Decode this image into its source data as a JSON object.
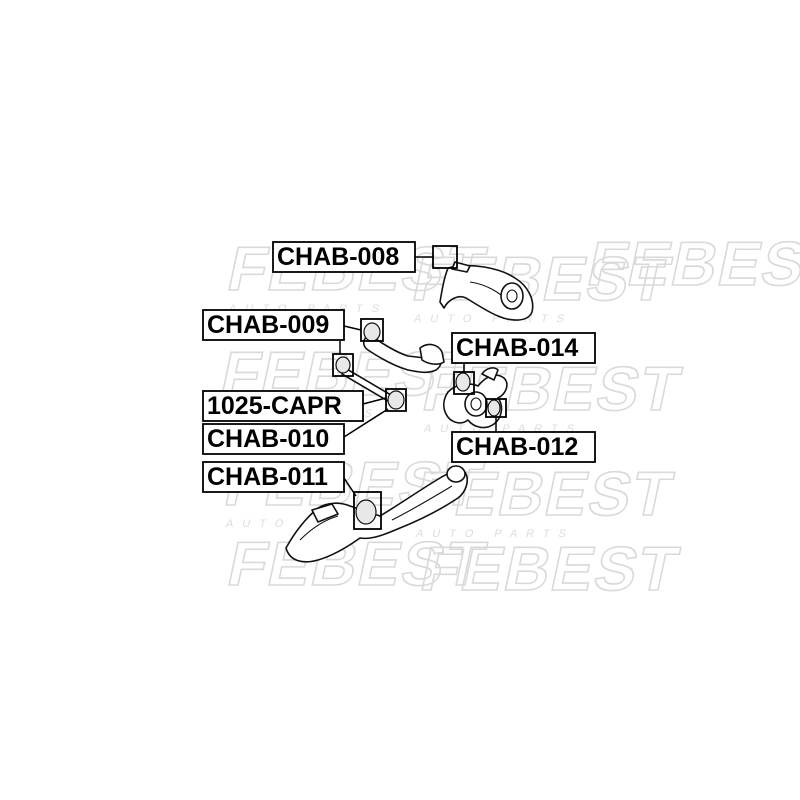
{
  "watermark": {
    "brand": "FEBEST",
    "tagline": "AUTO PARTS"
  },
  "callouts": [
    {
      "id": "chab-008",
      "label": "CHAB-008"
    },
    {
      "id": "chab-009",
      "label": "CHAB-009"
    },
    {
      "id": "chab-014",
      "label": "CHAB-014"
    },
    {
      "id": "1025-capr",
      "label": "1025-CAPR"
    },
    {
      "id": "chab-010",
      "label": "CHAB-010"
    },
    {
      "id": "chab-012",
      "label": "CHAB-012"
    },
    {
      "id": "chab-011",
      "label": "CHAB-011"
    }
  ]
}
